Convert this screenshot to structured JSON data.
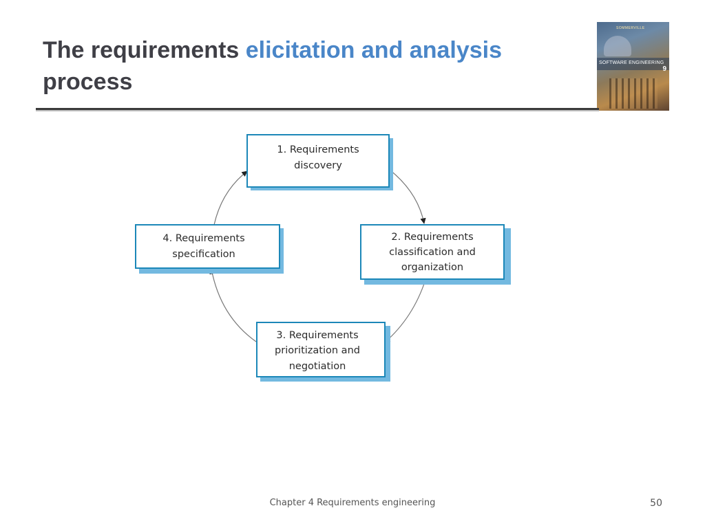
{
  "slide": {
    "title_part1": "The requirements ",
    "title_highlight": "elicitation and analysis",
    "title_part2": "process",
    "highlight_color": "#4a86c8",
    "title_color": "#3f3f46"
  },
  "book_cover": {
    "author": "SOMMERVILLE",
    "title": "SOFTWARE ENGINEERING",
    "edition": "9"
  },
  "diagram": {
    "box_border_color": "#1b87b8",
    "box_shadow_color": "#73b9e0",
    "arrow_color": "#777777",
    "stages": [
      {
        "lines": [
          "1. Requirements",
          "discovery"
        ]
      },
      {
        "lines": [
          "2. Requirements",
          "classification and",
          "organization"
        ]
      },
      {
        "lines": [
          "3. Requirements",
          "prioritization and",
          "negotiation"
        ]
      },
      {
        "lines": [
          "4. Requirements",
          "specification"
        ]
      }
    ]
  },
  "footer": {
    "text": "Chapter 4 Requirements engineering",
    "page_number": "50"
  }
}
